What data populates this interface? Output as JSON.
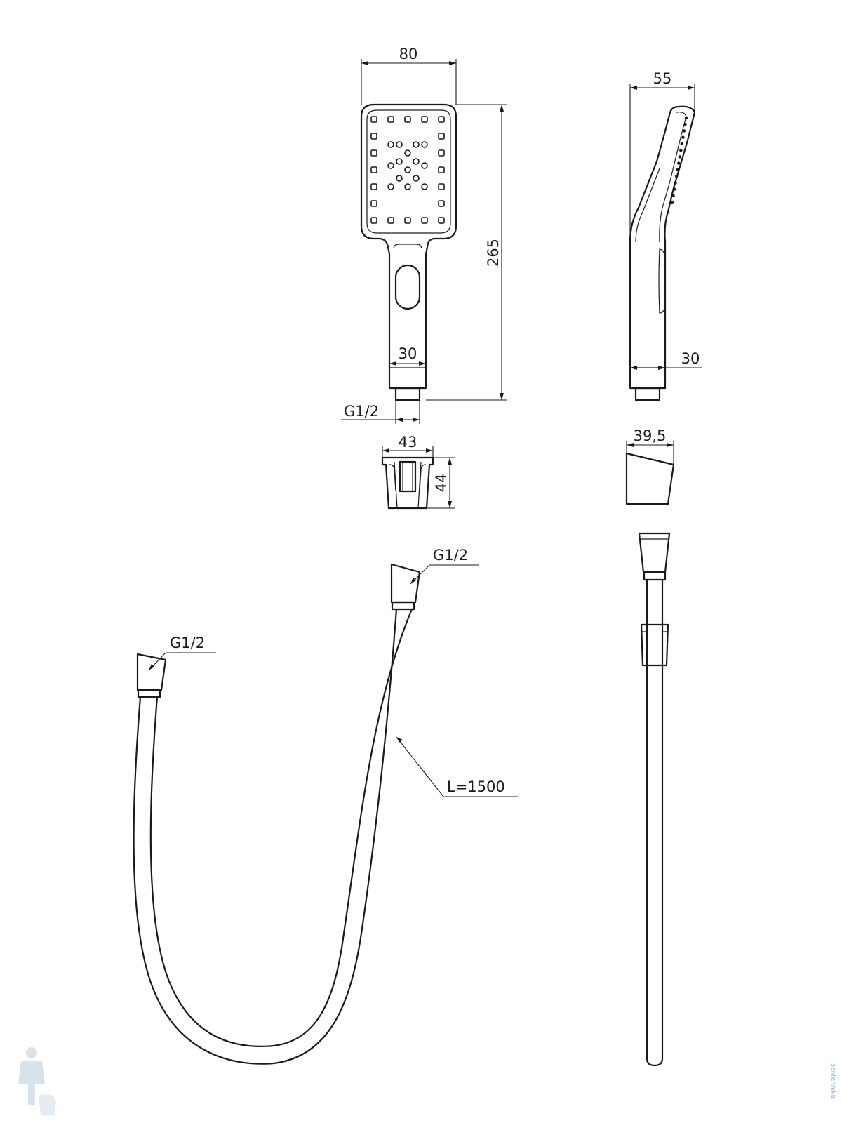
{
  "drawing": {
    "dimensions": {
      "head_width": "80",
      "head_depth": "55",
      "overall_length": "265",
      "handle_width_front": "30",
      "handle_width_side": "30",
      "thread_handle": "G1/2",
      "holder_width": "43",
      "holder_height": "44",
      "holder_side_width": "39,5",
      "hose_thread_left": "G1/2",
      "hose_thread_right": "G1/2",
      "hose_length": "L=1500"
    },
    "watermark": {
      "text": "santehnika"
    }
  }
}
